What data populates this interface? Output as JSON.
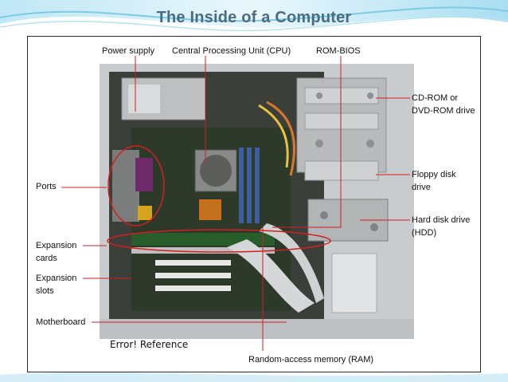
{
  "slide": {
    "title": "The Inside of a Computer"
  },
  "labels": {
    "power_supply": "Power supply",
    "cpu": "Central Processing Unit (CPU)",
    "rom_bios": "ROM-BIOS",
    "cd_rom": "CD-ROM or\nDVD-ROM drive",
    "floppy": "Floppy disk\ndrive",
    "hdd": "Hard disk drive\n(HDD)",
    "ports": "Ports",
    "expansion_cards": "Expansion\ncards",
    "expansion_slots": "Expansion\nslots",
    "motherboard": "Motherboard",
    "ram": "Random-access memory (RAM)"
  },
  "caption": {
    "error": "Error! Reference"
  },
  "colors": {
    "leader_line": "#d22020",
    "title": "#4b6b85",
    "background_wave": "#7ccbe6"
  }
}
